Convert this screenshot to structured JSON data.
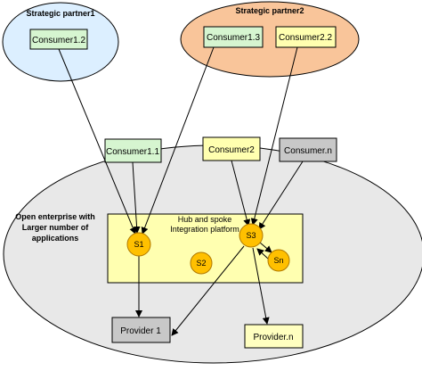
{
  "partners": {
    "p1": {
      "title": "Strategic partner1",
      "fill": "#dcefff",
      "consumers": [
        "Consumer1.2"
      ]
    },
    "p2": {
      "title": "Strategic partner2",
      "fill": "#f9c59a",
      "consumers": [
        "Consumer1.3",
        "Consumer2.2"
      ]
    }
  },
  "enterprise": {
    "label_lines": [
      "Open enterprise with",
      "Larger number of",
      "applications"
    ],
    "fill": "#e8e8e8"
  },
  "hub": {
    "label_lines": [
      "Hub and spoke",
      "Integration platform"
    ],
    "fill": "#ffffb0"
  },
  "consumers": {
    "c11": "Consumer1.1",
    "c2": "Consumer2",
    "cn": "Consumer.n"
  },
  "services": {
    "s1": "S1",
    "s2": "S2",
    "s3": "S3",
    "sn": "Sn"
  },
  "providers": {
    "p1": "Provider 1",
    "pn": "Provider.n"
  },
  "colors": {
    "consumer_green": "#d6f5d0",
    "consumer_yellow": "#ffffb0",
    "consumer_gray": "#c8c8c8",
    "service_orange": "#ffc000",
    "provider_gray": "#c8c8c8",
    "provider_yellow": "#ffffc0"
  }
}
